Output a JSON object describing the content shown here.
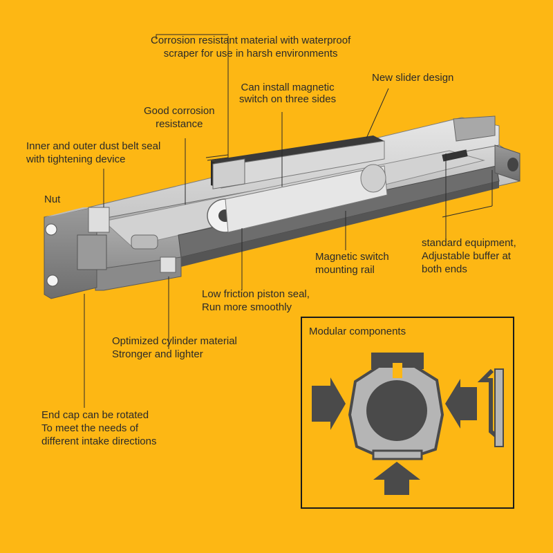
{
  "labels": {
    "corrosion_material": [
      "Corrosion resistant material with waterproof",
      "scraper for use in harsh environments"
    ],
    "new_slider": "New slider design",
    "magnetic_switch_sides": [
      "Can install magnetic",
      "switch on three sides"
    ],
    "good_corrosion": [
      "Good corrosion",
      "resistance"
    ],
    "dust_belt": [
      "Inner and outer dust belt seal",
      "with tightening device"
    ],
    "nut": "Nut",
    "buffer": [
      "standard equipment,",
      "Adjustable buffer at",
      "both ends"
    ],
    "mounting_rail": [
      "Magnetic switch",
      "mounting rail"
    ],
    "piston_seal": [
      "Low friction piston seal,",
      "Run more smoothly"
    ],
    "cylinder_material": [
      "Optimized cylinder material",
      "Stronger and lighter"
    ],
    "end_cap": [
      "End cap can be rotated",
      "To meet the needs of",
      "different intake directions"
    ]
  },
  "panel": {
    "title": "Modular components"
  },
  "colors": {
    "background": "#FDB714",
    "metal": "#B5B5B5",
    "dark": "#4A4A4A"
  }
}
